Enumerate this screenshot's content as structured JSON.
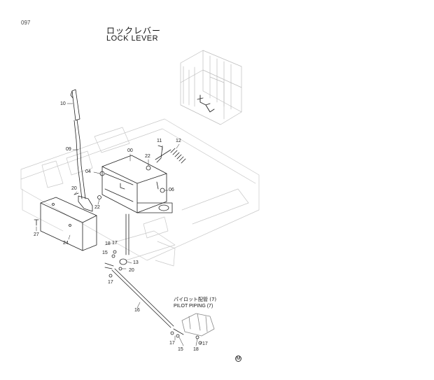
{
  "header": {
    "page_code": "097",
    "title_jp": "ロックレバー",
    "title_en": "LOCK LEVER"
  },
  "pilot_ref": {
    "jp": "パイロット配管 (7)",
    "en": "PILOT PIPING (7)"
  },
  "revision_mark": "M",
  "part_labels": {
    "p10": "10",
    "p09": "09",
    "p00": "00",
    "p11": "11",
    "p12": "12",
    "p22a": "22",
    "p04": "04",
    "p06": "06",
    "p20a": "20",
    "p22b": "22",
    "p27": "27",
    "p24": "24",
    "p18a": "18",
    "p17a": "17",
    "p15a": "15",
    "p13": "13",
    "p20b": "20",
    "p17b": "17",
    "p16": "16",
    "p17c": "17",
    "p15b": "15",
    "p18b": "18",
    "p17d": "17"
  }
}
